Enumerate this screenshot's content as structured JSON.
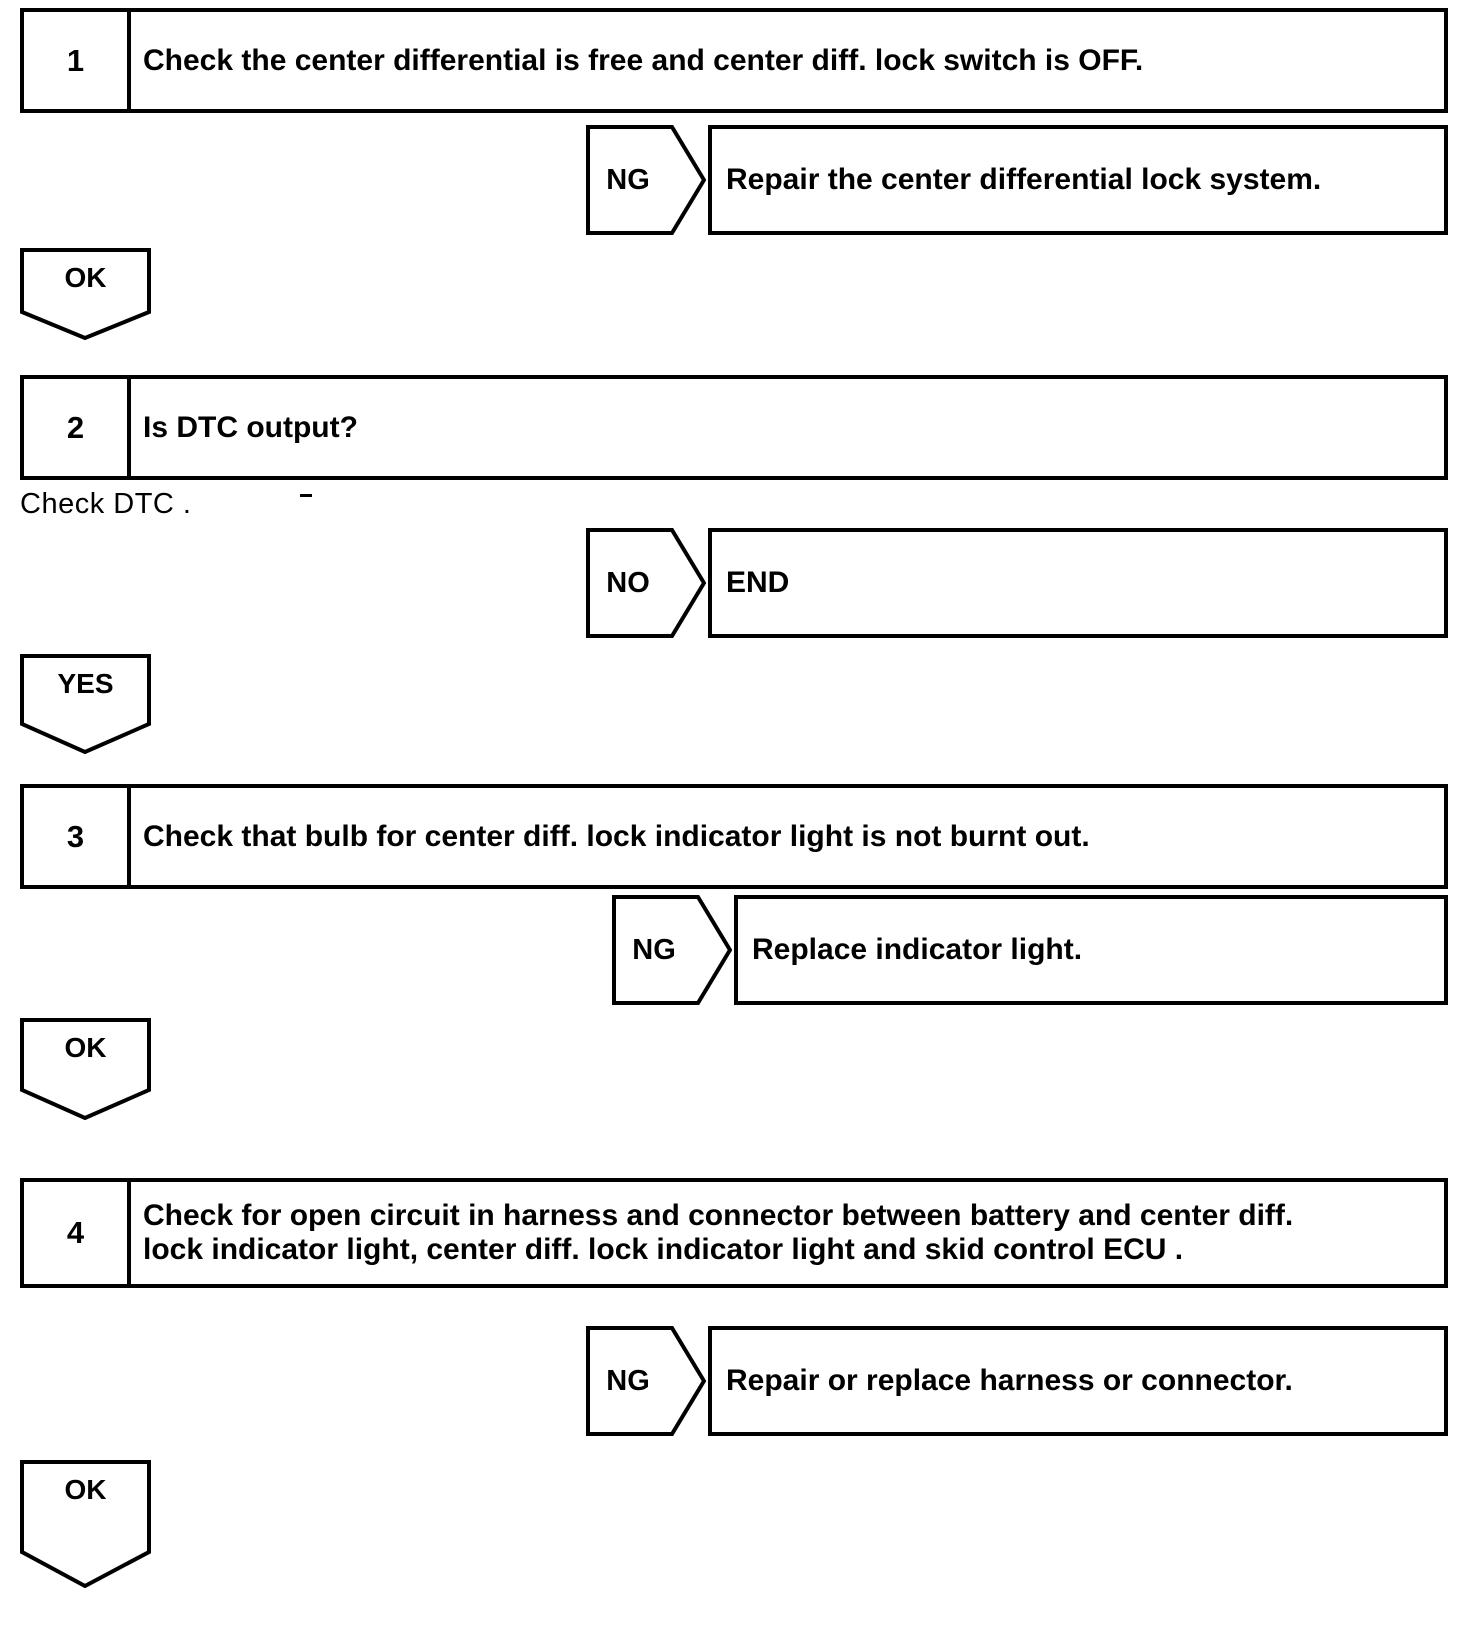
{
  "document": {
    "type": "troubleshooting-flowchart",
    "title": "Center Differential Lock Indicator Light Circuit Inspection"
  },
  "steps": [
    {
      "number": "1",
      "lines": [
        "Check the center differential is free and center diff. lock switch is OFF."
      ]
    },
    {
      "number": "2",
      "lines": [
        "Is DTC output?"
      ]
    },
    {
      "number": "3",
      "lines": [
        "Check that bulb for center diff. lock indicator light is not burnt out."
      ]
    },
    {
      "number": "4",
      "lines": [
        "Check for open circuit in harness and connector between battery and center diff.",
        "lock indicator light, center diff. lock indicator light and skid control ECU ."
      ]
    }
  ],
  "notes": [
    {
      "text": "Check DTC ."
    }
  ],
  "branches": [
    {
      "label": "NG",
      "direction": "right",
      "result": "Repair the center differential lock system."
    },
    {
      "label": "OK",
      "direction": "down",
      "result": ""
    },
    {
      "label": "NO",
      "direction": "right",
      "result": "END"
    },
    {
      "label": "YES",
      "direction": "down",
      "result": ""
    },
    {
      "label": "NG",
      "direction": "right",
      "result": "Replace indicator light."
    },
    {
      "label": "OK",
      "direction": "down",
      "result": ""
    },
    {
      "label": "NG",
      "direction": "right",
      "result": "Repair or replace harness or connector."
    },
    {
      "label": "OK",
      "direction": "down",
      "result": ""
    }
  ],
  "results": [
    {
      "text": "Repair the center differential lock system."
    },
    {
      "text": "END"
    },
    {
      "text": "Replace indicator light."
    },
    {
      "text": "Repair or replace harness or connector."
    }
  ],
  "colors": {
    "stroke": "#000000",
    "background": "#ffffff",
    "text": "#000000"
  }
}
